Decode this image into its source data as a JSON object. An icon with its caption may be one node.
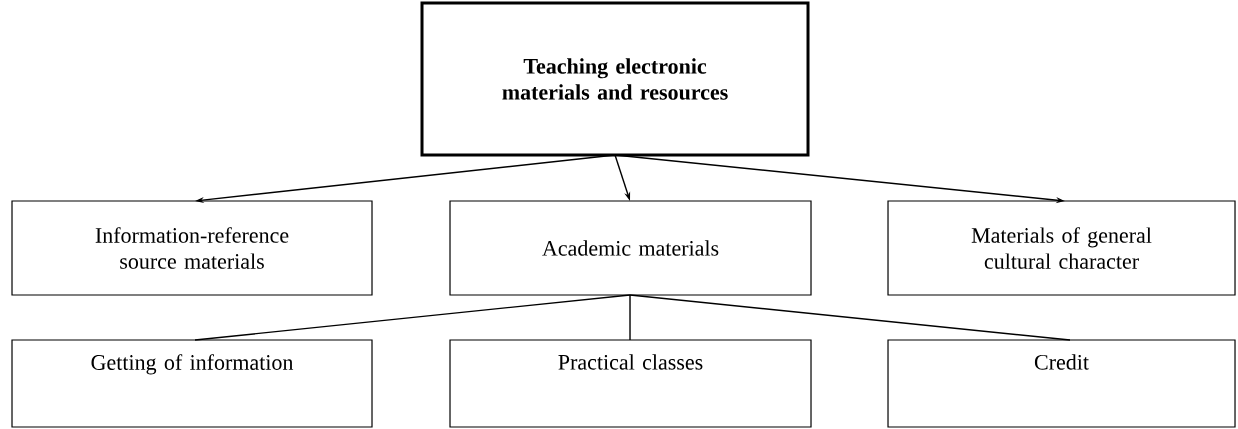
{
  "diagram": {
    "nodes": [
      {
        "text": [
          "Teaching electronic materials and resources"
        ]
      },
      {
        "text": [
          "Information-reference source materials"
        ]
      },
      {
        "text": [
          "Academic materials"
        ]
      },
      {
        "text": [
          "Materials of general cultural character"
        ]
      },
      {
        "text": [
          "Getting of information"
        ]
      },
      {
        "text": [
          "Practical classes"
        ]
      },
      {
        "text": [
          "Credit"
        ]
      }
    ],
    "edges": [
      {
        "from": 0,
        "to": 1,
        "arrow": "to"
      },
      {
        "from": 0,
        "to": 2,
        "arrow": "to"
      },
      {
        "from": 0,
        "to": 3,
        "arrow": "to"
      },
      {
        "from": 2,
        "to": 4,
        "arrow": "none"
      },
      {
        "from": 2,
        "to": 5,
        "arrow": "none"
      },
      {
        "from": 2,
        "to": 6,
        "arrow": "none"
      }
    ]
  }
}
